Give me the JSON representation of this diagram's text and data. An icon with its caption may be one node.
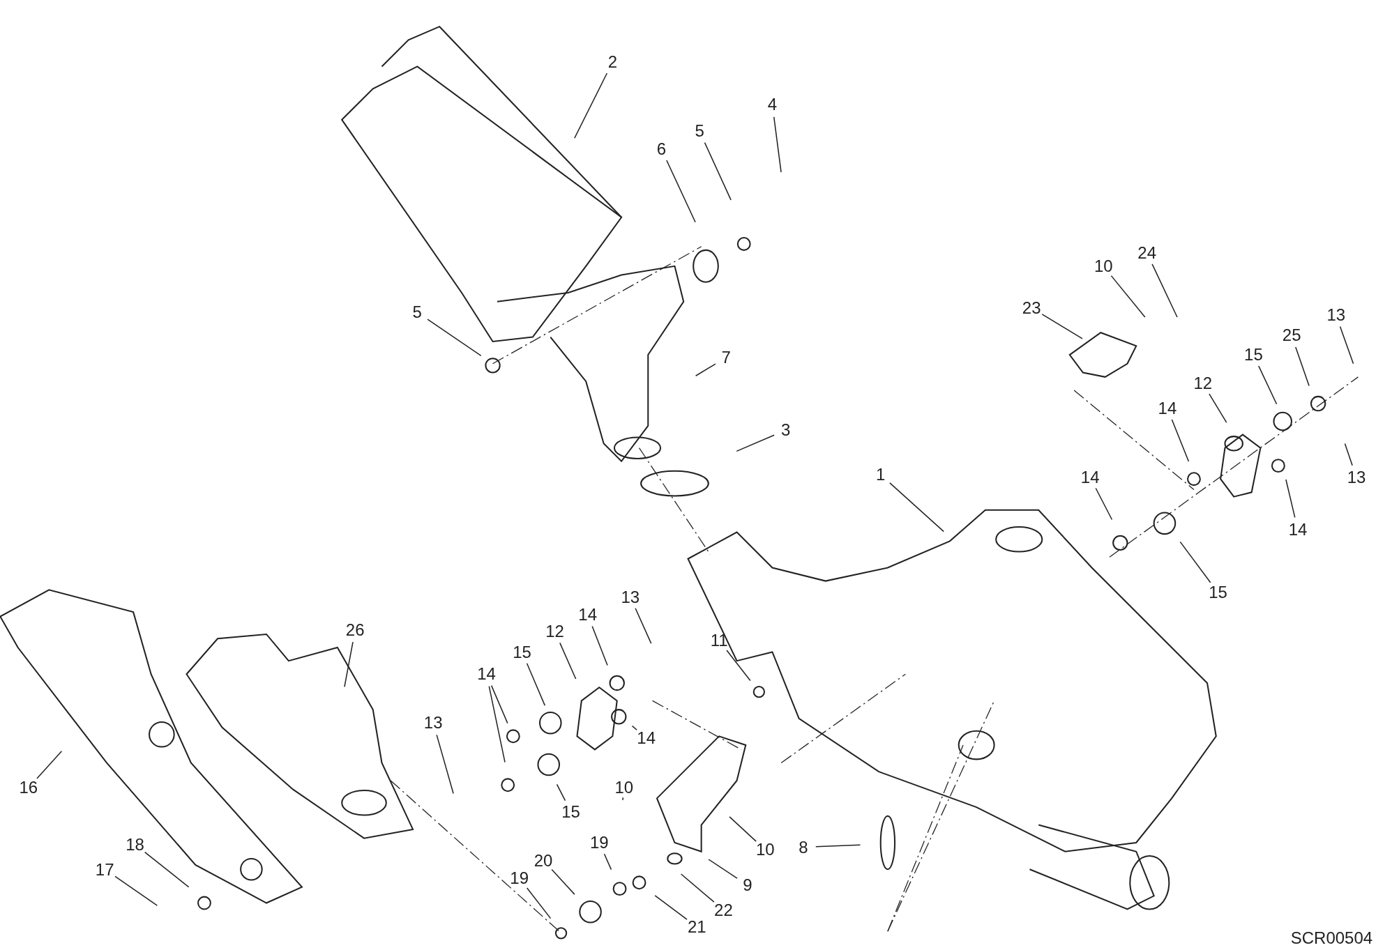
{
  "diagram": {
    "nodes": [
      {
        "text": [
          "2"
        ]
      },
      {
        "text": [
          "4"
        ]
      },
      {
        "text": [
          "6"
        ]
      },
      {
        "text": [
          "5"
        ]
      },
      {
        "text": [
          "10"
        ]
      },
      {
        "text": [
          "24"
        ]
      },
      {
        "text": [
          "23"
        ]
      },
      {
        "text": [
          "13"
        ]
      },
      {
        "text": [
          "25"
        ]
      },
      {
        "text": [
          "5"
        ]
      },
      {
        "text": [
          "7"
        ]
      },
      {
        "text": [
          "15"
        ]
      },
      {
        "text": [
          "12"
        ]
      },
      {
        "text": [
          "14"
        ]
      },
      {
        "text": [
          "3"
        ]
      },
      {
        "text": [
          "13"
        ]
      },
      {
        "text": [
          "1"
        ]
      },
      {
        "text": [
          "14"
        ]
      },
      {
        "text": [
          "14"
        ]
      },
      {
        "text": [
          "15"
        ]
      },
      {
        "text": [
          "13"
        ]
      },
      {
        "text": [
          "14"
        ]
      },
      {
        "text": [
          "26"
        ]
      },
      {
        "text": [
          "12"
        ]
      },
      {
        "text": [
          "15"
        ]
      },
      {
        "text": [
          "14"
        ]
      },
      {
        "text": [
          "11"
        ]
      },
      {
        "text": [
          "13"
        ]
      },
      {
        "text": [
          "14"
        ]
      },
      {
        "text": [
          "16"
        ]
      },
      {
        "text": [
          "15"
        ]
      },
      {
        "text": [
          "10"
        ]
      },
      {
        "text": [
          "10"
        ]
      },
      {
        "text": [
          "8"
        ]
      },
      {
        "text": [
          "18"
        ]
      },
      {
        "text": [
          "20"
        ]
      },
      {
        "text": [
          "19"
        ]
      },
      {
        "text": [
          "17"
        ]
      },
      {
        "text": [
          "9"
        ]
      },
      {
        "text": [
          "22"
        ]
      },
      {
        "text": [
          "19"
        ]
      },
      {
        "text": [
          "21"
        ]
      }
    ],
    "edges": [
      {
        "from": 0,
        "to": null,
        "arrow": "none"
      },
      {
        "from": 1,
        "to": null,
        "arrow": "none"
      },
      {
        "from": 2,
        "to": null,
        "arrow": "none"
      },
      {
        "from": 3,
        "to": null,
        "arrow": "none"
      },
      {
        "from": 4,
        "to": null,
        "arrow": "none"
      },
      {
        "from": 5,
        "to": null,
        "arrow": "none"
      },
      {
        "from": 6,
        "to": null,
        "arrow": "none"
      },
      {
        "from": 7,
        "to": null,
        "arrow": "none"
      },
      {
        "from": 8,
        "to": null,
        "arrow": "none"
      },
      {
        "from": 9,
        "to": null,
        "arrow": "none"
      },
      {
        "from": 10,
        "to": null,
        "arrow": "none"
      },
      {
        "from": 11,
        "to": null,
        "arrow": "none"
      },
      {
        "from": 12,
        "to": null,
        "arrow": "none"
      },
      {
        "from": 13,
        "to": null,
        "arrow": "none"
      },
      {
        "from": 14,
        "to": null,
        "arrow": "none"
      },
      {
        "from": 15,
        "to": null,
        "arrow": "none"
      },
      {
        "from": 16,
        "to": null,
        "arrow": "none"
      },
      {
        "from": 17,
        "to": null,
        "arrow": "none"
      },
      {
        "from": 18,
        "to": null,
        "arrow": "none"
      },
      {
        "from": 19,
        "to": null,
        "arrow": "none"
      },
      {
        "from": 20,
        "to": null,
        "arrow": "none"
      },
      {
        "from": 21,
        "to": null,
        "arrow": "none"
      },
      {
        "from": 22,
        "to": null,
        "arrow": "none"
      },
      {
        "from": 23,
        "to": null,
        "arrow": "none"
      },
      {
        "from": 24,
        "to": null,
        "arrow": "none"
      },
      {
        "from": 25,
        "to": null,
        "arrow": "none"
      },
      {
        "from": 25,
        "to": null,
        "arrow": "none"
      },
      {
        "from": 26,
        "to": null,
        "arrow": "none"
      },
      {
        "from": 27,
        "to": null,
        "arrow": "none"
      },
      {
        "from": 28,
        "to": null,
        "arrow": "none"
      },
      {
        "from": 29,
        "to": null,
        "arrow": "none"
      },
      {
        "from": 30,
        "to": null,
        "arrow": "none"
      },
      {
        "from": 31,
        "to": null,
        "arrow": "none"
      },
      {
        "from": 32,
        "to": null,
        "arrow": "none"
      },
      {
        "from": 33,
        "to": null,
        "arrow": "none"
      },
      {
        "from": 34,
        "to": null,
        "arrow": "none"
      },
      {
        "from": 35,
        "to": null,
        "arrow": "none"
      },
      {
        "from": 36,
        "to": null,
        "arrow": "none"
      },
      {
        "from": 37,
        "to": null,
        "arrow": "none"
      },
      {
        "from": 38,
        "to": null,
        "arrow": "none"
      },
      {
        "from": 39,
        "to": null,
        "arrow": "none"
      },
      {
        "from": 40,
        "to": null,
        "arrow": "none"
      },
      {
        "from": 41,
        "to": null,
        "arrow": "none"
      }
    ],
    "labels": [
      "SCR00504"
    ]
  }
}
